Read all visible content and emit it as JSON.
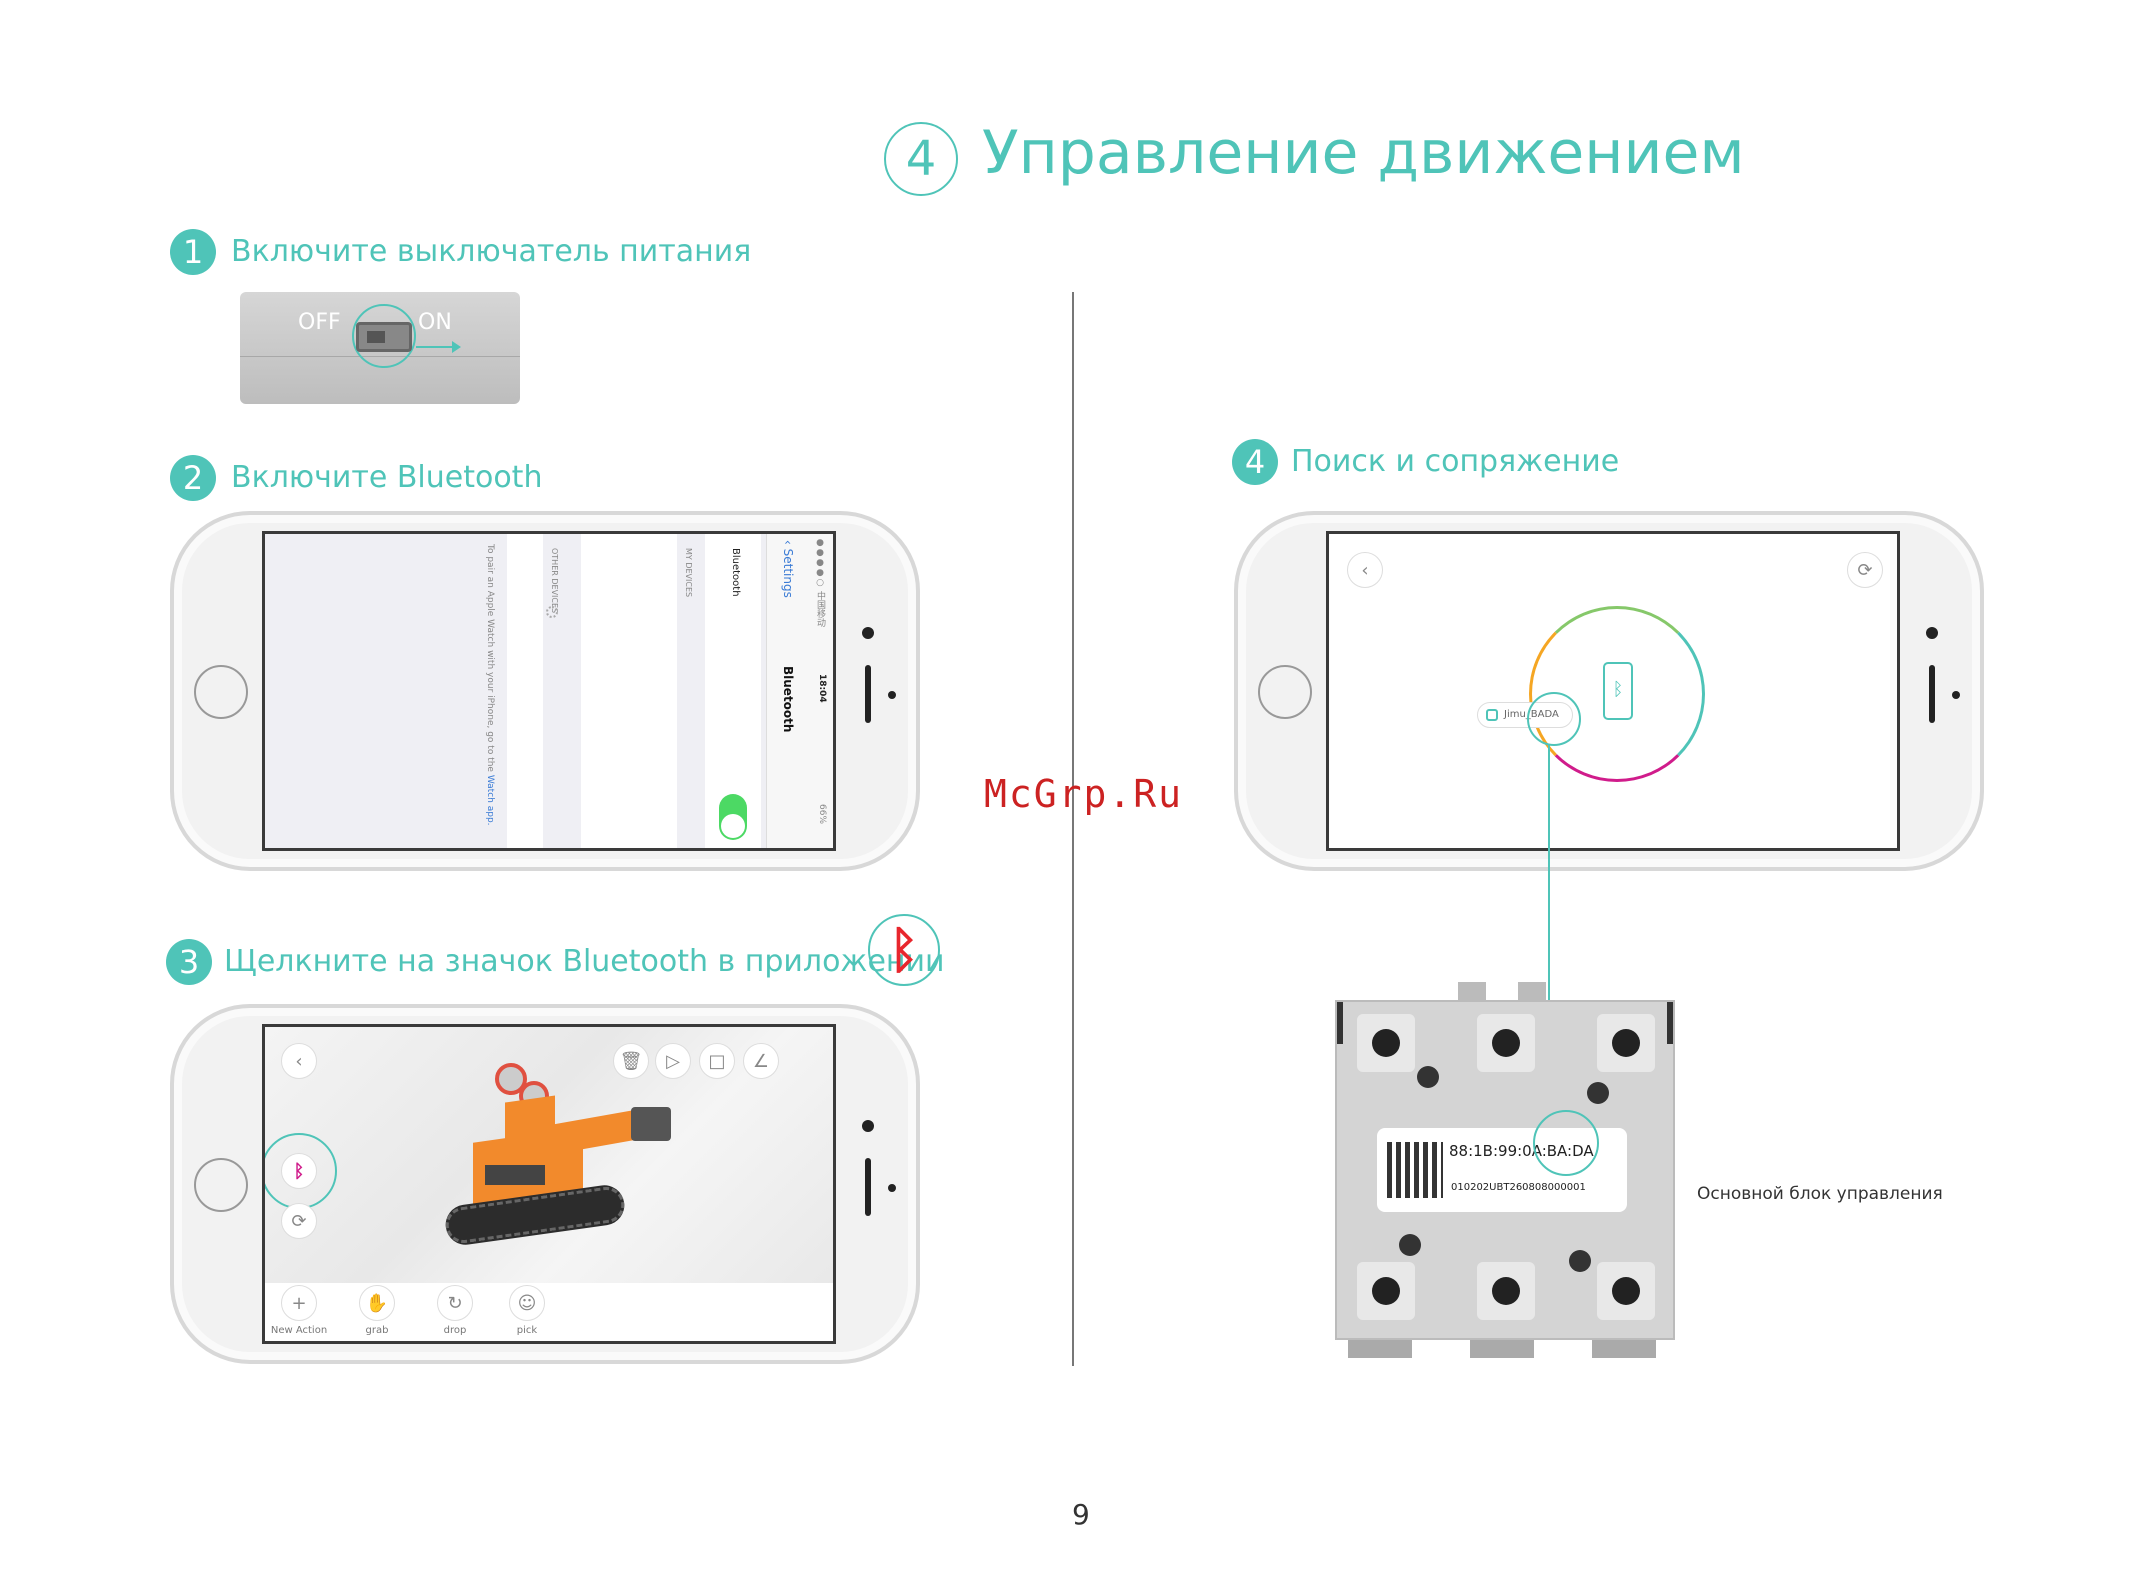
{
  "header": {
    "number": "4",
    "title": "Управление движением"
  },
  "steps": {
    "s1": {
      "num": "1",
      "title": "Включите выключатель питания"
    },
    "s2": {
      "num": "2",
      "title": "Включите Bluetooth"
    },
    "s3": {
      "num": "3",
      "title": "Щелкните на значок Bluetooth в приложении"
    },
    "s4": {
      "num": "4",
      "title": "Поиск и сопряжение"
    }
  },
  "switch": {
    "off": "OFF",
    "on": "ON"
  },
  "bt_settings": {
    "back": "Settings",
    "title": "Bluetooth",
    "time": "18:04",
    "battery": "66%",
    "carrier": "●●●●○ 中国移动",
    "row_label": "Bluetooth",
    "my_devices": "MY DEVICES",
    "other_devices": "OTHER DEVICES",
    "watch_hint": "To pair an Apple Watch with your iPhone, go to the",
    "watch_link": "Watch app."
  },
  "app": {
    "actions": [
      {
        "label": "New Action",
        "icon": "plus-icon"
      },
      {
        "label": "grab",
        "icon": "grab-icon"
      },
      {
        "label": "drop",
        "icon": "drop-icon"
      },
      {
        "label": "pick",
        "icon": "pick-icon"
      }
    ]
  },
  "pairing": {
    "device": "Jimu_BADA"
  },
  "controller": {
    "mac": "88:1B:99:0A:BA:DA",
    "serial": "010202UBT260808000001",
    "caption": "Основной блок управления"
  },
  "watermark": "McGrp.Ru",
  "page_number": "9",
  "colors": {
    "accent": "#4fc4b8",
    "bt_red": "#e8262d"
  }
}
